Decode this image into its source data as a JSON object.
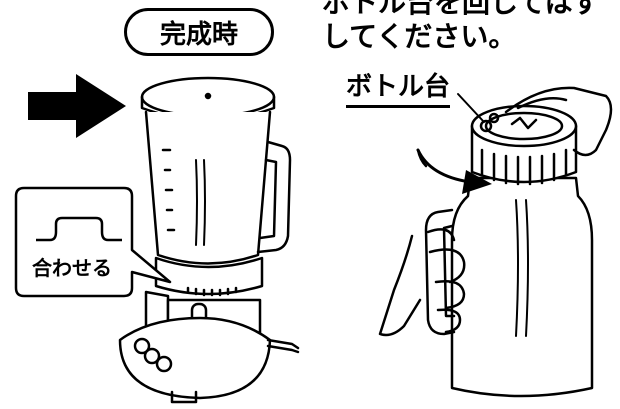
{
  "labels": {
    "complete": "完成時",
    "instruction_line1": "ボトル台を回してはず",
    "instruction_line2": "してください。",
    "bottle_base": "ボトル台",
    "align": "合わせる"
  }
}
